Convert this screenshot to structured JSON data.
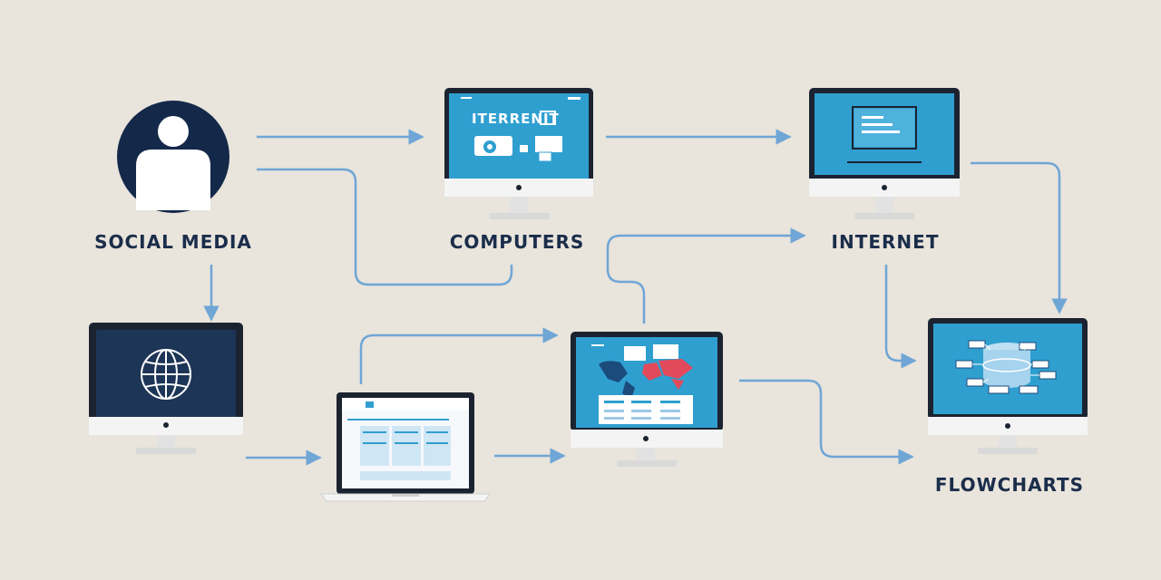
{
  "labels": {
    "social_media": "SOCIAL MEDIA",
    "computers": "COMPUTERS",
    "internet": "INTERNET",
    "flowcharts": "FLOWCHARTS"
  },
  "screens": {
    "computers_screen_text": "ITERRENIT"
  },
  "colors": {
    "background": "#e9e4dc",
    "navy": "#1a2d4a",
    "screen_blue": "#2f9fd0",
    "arrow_blue": "#6fa6d6",
    "bezel": "#1c2330",
    "chassis": "#f4f4f4",
    "stand": "#d9d9d9"
  },
  "icons": [
    "person-avatar-icon",
    "globe-icon",
    "world-map-icon",
    "server-database-icon"
  ]
}
